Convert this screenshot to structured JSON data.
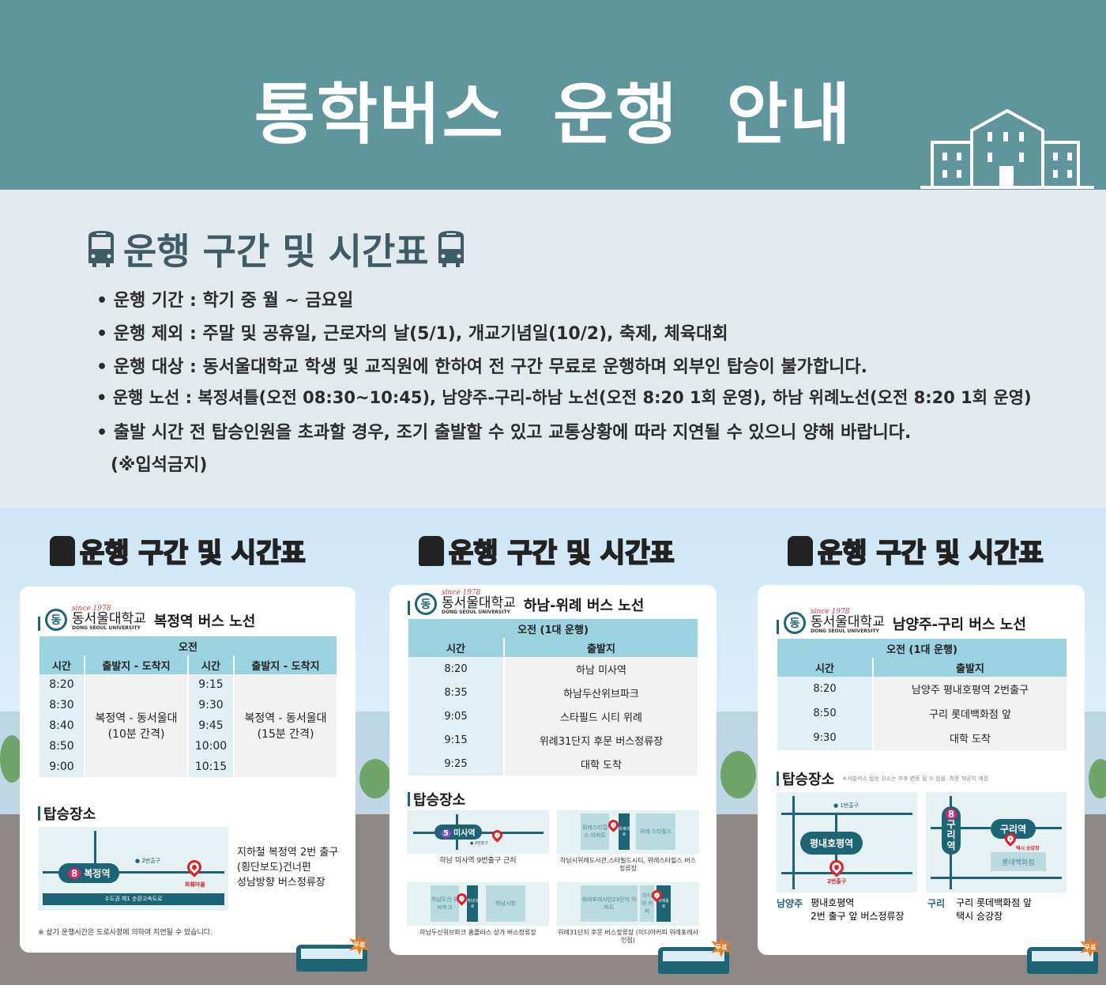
{
  "header": {
    "title": "통학버스 운행 안내",
    "icon": "school-building-icon"
  },
  "section": {
    "title": "운행 구간 및 시간표",
    "icon": "bus-icon",
    "bullets": [
      "• 운행 기간 : 학기 중 월 ~ 금요일",
      "• 운행 제외 : 주말 및 공휴일, 근로자의 날(5/1), 개교기념일(10/2), 축제, 체육대회",
      "• 운행 대상 : 동서울대학교 학생 및 교직원에 한하여 전 구간 무료로 운행하며 외부인 탑승이 불가합니다.",
      "• 운행 노선 : 복정셔틀(오전 08:30~10:45), 남양주-구리-하남 노선(오전 8:20 1회 운영), 하남 위례노선(오전 8:20 1회 운영)",
      "• 출발 시간 전 탑승인원을 초과할 경우, 조기 출발할 수 있고 교통상황에 따라 지연될 수 있으니 양해 바랍니다.",
      "(※입석금지)"
    ]
  },
  "logo": {
    "since": "since 1978",
    "kr": "동서울대학교",
    "en": "DONG SEOUL UNIVERSITY",
    "seal": "동"
  },
  "panel_title": "운행 구간 및 시간표",
  "boarding_label": "탑승장소",
  "free_badge": "무료",
  "colors": {
    "header": "#5f969c",
    "accent": "#1d6474",
    "table_header": "#9ad2df",
    "pin": "#e0202a"
  },
  "p1": {
    "route": "복정역 버스 노선",
    "period": "오전",
    "cols": [
      "시간",
      "출발지 - 도착지",
      "시간",
      "출발지 - 도착지"
    ],
    "times_a": [
      "8:20",
      "8:30",
      "8:40",
      "8:50",
      "9:00"
    ],
    "route_a": "복정역 - 동서울대",
    "interval_a": "(10분 간격)",
    "times_b": [
      "9:15",
      "9:30",
      "9:45",
      "10:00",
      "10:15"
    ],
    "route_b": "복정역 - 동서울대",
    "interval_b": "(15분 간격)",
    "map": {
      "station_no": "8",
      "station": "복정역",
      "exit": "● 2번출구",
      "stop": "화훼마을",
      "road": "수도권 제1 순환고속도로"
    },
    "place": [
      "지하철 복정역 2번 출구",
      "(횡단보도)건너편",
      "성남방향 버스정류장"
    ],
    "note": "※ 상기 운행시간은 도로사정에 의하여 지연될 수 있습니다."
  },
  "p2": {
    "route": "하남-위례 버스 노선",
    "period": "오전 (1대 운행)",
    "cols": [
      "시간",
      "출발지"
    ],
    "rows": [
      [
        "8:20",
        "하남 미사역"
      ],
      [
        "8:35",
        "하남두산위브파크"
      ],
      [
        "9:05",
        "스타필드 시티 위례"
      ],
      [
        "9:15",
        "위례31단지 후문 버스정류장"
      ],
      [
        "9:25",
        "대학 도착"
      ]
    ],
    "maps": [
      {
        "station_no": "5",
        "station": "미사역",
        "exit": "● 9번출구",
        "caption": "하남 미사역 9번출구 근처"
      },
      {
        "blocks": [
          "위례스타힐스 아파트",
          "위례대로",
          "위례 스타필드"
        ],
        "caption": "하남시위례도서관,스타필드시티, 위례스타힐스 버스 정류장"
      },
      {
        "blocks": [
          "하남두산 위브파크",
          "하남대로",
          "하남시청"
        ],
        "caption": "하남두산위브파크 홈플러스 상가 버스정류장"
      },
      {
        "blocks": [
          "위례포레샤인23단지 아파트",
          "이디야 커피",
          "위례동로"
        ],
        "caption": "위례31단지 후문 버스정류장 (이디야커피 위례포레샤인점)"
      }
    ]
  },
  "p3": {
    "route": "남양주-구리 버스 노선",
    "period": "오전 (1대 운행)",
    "cols": [
      "시간",
      "출발지"
    ],
    "rows": [
      [
        "8:20",
        "남양주 평내호평역 2번출구"
      ],
      [
        "8:50",
        "구리 롯데백화점 앞"
      ],
      [
        "9:30",
        "대학 도착"
      ]
    ],
    "note": "※셔틀버스 탑승 장소는 추후 변동 될 수 있음. 최종 재공지 예정",
    "map1": {
      "station": "평내호평역",
      "exit1": "● 1번출구",
      "exit2": "2번출구",
      "city": "남양주",
      "place": [
        "평내호평역",
        "2번 출구 앞 버스정류장"
      ]
    },
    "map2": {
      "station_no": "8",
      "station_v": "구리역",
      "station": "구리역",
      "stop": "택시 승강장",
      "block": "롯데백화점",
      "city": "구리",
      "place": [
        "구리 롯데백화점 앞",
        "택시 승강장"
      ]
    }
  }
}
